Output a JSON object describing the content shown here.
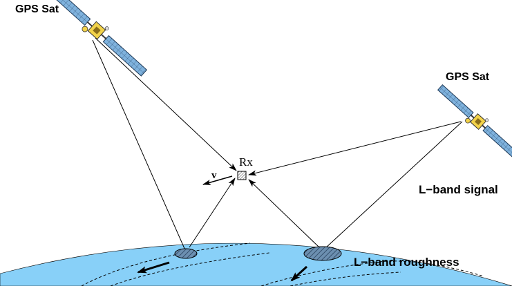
{
  "labels": {
    "sat_left": "GPS Sat",
    "sat_right": "GPS Sat",
    "receiver": "Rx",
    "velocity": "v",
    "signal": "L−band signal",
    "roughness": "L−band roughness"
  },
  "colors": {
    "ocean": "#88d0f8",
    "panel": "#7fb2dd",
    "panel_grid": "#3a5f86",
    "sat_body": "#f2d24a"
  },
  "icons": {
    "satellite": "satellite-icon",
    "receiver": "receiver-box-icon",
    "footprint": "specular-footprint-icon"
  }
}
